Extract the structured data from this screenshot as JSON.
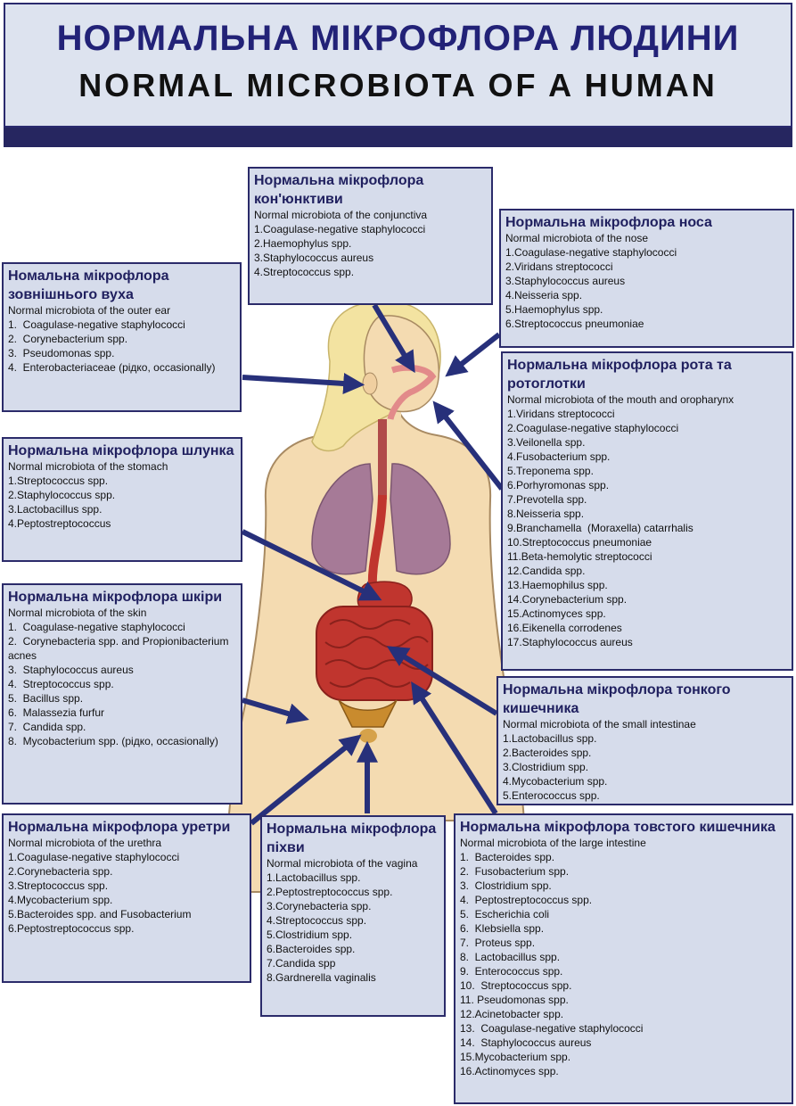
{
  "header": {
    "title_ua": "НОРМАЛЬНА МІКРОФЛОРА ЛЮДИНИ",
    "title_en": "NORMAL  MICROBIOTA OF A HUMAN"
  },
  "colors": {
    "box_bg": "#d6dceb",
    "border": "#2b2b6a",
    "title": "#20205f",
    "arrow": "#27307a",
    "skin": "#f4dbb1",
    "lungs": "#a67a97",
    "intestine": "#c0352e",
    "hair": "#f3e3a1"
  },
  "boxes": {
    "conjunctiva": {
      "title": "Нормальна мікрофлора кон'юнктиви",
      "sub": "Normal microbiota of the conjunctiva",
      "items": [
        "1.Coagulase-negative staphylococci",
        "2.Haemophylus spp.",
        "3.Staphylococcus aureus",
        "4.Streptococcus spp."
      ]
    },
    "nose": {
      "title": "Нормальна мікрофлора носа",
      "sub": "Normal microbiota of the nose",
      "items": [
        "1.Coagulase-negative staphylococci",
        "2.Viridans streptococci",
        "3.Staphylococcus aureus",
        "4.Neisseria spp.",
        "5.Haemophylus spp.",
        "6.Streptococcus pneumoniae"
      ]
    },
    "ear": {
      "title": "Номальна мікрофлора зовнішнього вуха",
      "sub": "Normal microbiota of the outer ear",
      "items": [
        "1.  Coagulase-negative staphylococci",
        "2.  Corynebacterium spp.",
        "3.  Pseudomonas spp.",
        "4.  Enterobacteriaceae (рідко, occasionally)"
      ]
    },
    "mouth": {
      "title": "Нормальна мікрофлора рота та ротоглотки",
      "sub": "Normal microbiota of the mouth and oropharynx",
      "items": [
        "1.Viridans streptococci",
        "2.Coagulase-negative staphylococci",
        "3.Veilonella spp.",
        "4.Fusobacterium spp.",
        "5.Treponema spp.",
        "6.Porhyromonas spp.",
        "7.Prevotella spp.",
        "8.Neisseria spp.",
        "9.Branchamella  (Moraxella) catarrhalis",
        "10.Streptococcus pneumoniae",
        "11.Beta-hemolytic streptococci",
        "12.Candida spp.",
        "13.Haemophilus spp.",
        "14.Corynebacterium spp.",
        "15.Actinomyces spp.",
        "16.Eikenella corrodenes",
        "17.Staphylococcus aureus"
      ]
    },
    "stomach": {
      "title": "Нормальна мікрофлора шлунка",
      "sub": "Normal microbiota of the stomach",
      "items": [
        "1.Streptococcus spp.",
        "2.Staphylococcus spp.",
        "3.Lactobacillus spp.",
        "4.Peptostreptococcus"
      ]
    },
    "skin": {
      "title": "Нормальна мікрофлора шкіри",
      "sub": "Normal microbiota of the skin",
      "items": [
        "1.  Coagulase-negative staphylococci",
        "2.  Corynebacteria spp. and Propionibacterium acnes",
        "3.  Staphylococcus aureus",
        "4.  Streptococcus spp.",
        "5.  Bacillus spp.",
        "6.  Malassezia furfur",
        "7.  Candida spp.",
        "8.  Mycobacterium spp. (рідко, occasionally)"
      ]
    },
    "small_intestine": {
      "title": "Нормальна мікрофлора тонкого кишечника",
      "sub": "Normal microbiota of the small intestinae",
      "items": [
        "1.Lactobacillus spp.",
        "2.Bacteroides spp.",
        "3.Clostridium spp.",
        "4.Mycobacterium spp.",
        "5.Enterococcus spp."
      ]
    },
    "urethra": {
      "title": "Нормальна мікрофлора уретри",
      "sub": "Normal microbiota of the urethra",
      "items": [
        "1.Coagulase-negative staphylococci",
        "2.Corynebacteria spp.",
        "3.Streptococcus spp.",
        "4.Mycobacterium spp.",
        "5.Bacteroides spp. and Fusobacterium",
        "6.Peptostreptococcus spp."
      ]
    },
    "vagina": {
      "title": "Нормальна мікрофлора піхви",
      "sub": "Normal microbiota of the vagina",
      "items": [
        "1.Lactobacillus spp.",
        "2.Peptostreptococcus spp.",
        "3.Corynebacteria spp.",
        "4.Streptococcus spp.",
        "5.Clostridium spp.",
        "6.Bacteroides spp.",
        "7.Candida spp",
        "8.Gardnerella vaginalis"
      ]
    },
    "large_intestine": {
      "title": "Нормальна мікрофлора товстого кишечника",
      "sub": "Normal microbiota of the large intestine",
      "items": [
        "1.  Bacteroides spp.",
        "2.  Fusobacterium spp.",
        "3.  Clostridium spp.",
        "4.  Peptostreptococcus spp.",
        "5.  Escherichia coli",
        "6.  Klebsiella spp.",
        "7.  Proteus spp.",
        "8.  Lactobacillus spp.",
        "9.  Enterococcus spp.",
        "10.  Streptococcus spp.",
        "11. Pseudomonas spp.",
        "12.Acinetobacter spp.",
        "13.  Coagulase-negative staphylococci",
        "14.  Staphylococcus aureus",
        "15.Mycobacterium spp.",
        "16.Actinomyces spp."
      ]
    }
  }
}
